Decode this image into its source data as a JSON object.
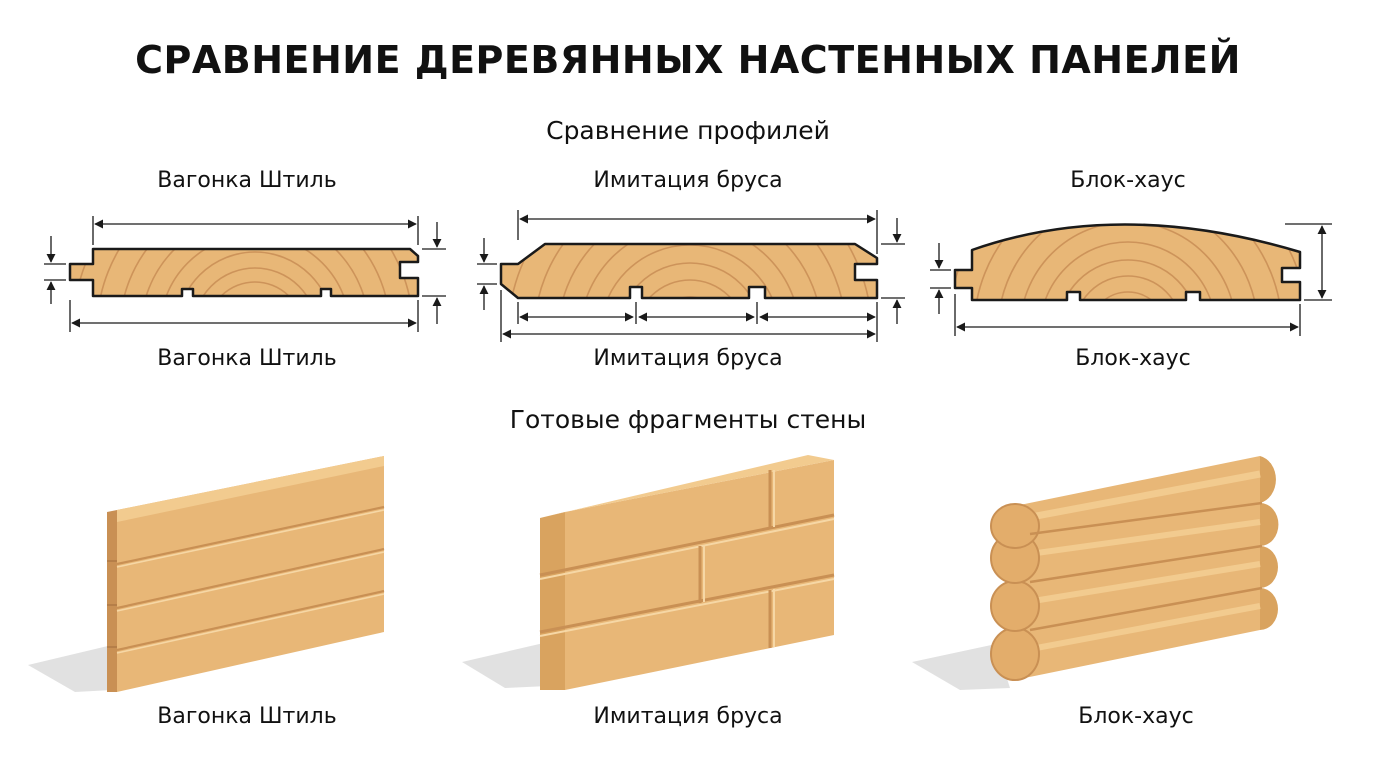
{
  "title": "СРАВНЕНИЕ ДЕРЕВЯННЫХ НАСТЕННЫХ ПАНЕЛЕЙ",
  "sections": {
    "profiles": "Сравнение профилей",
    "fragments": "Готовые фрагменты стены"
  },
  "panels": [
    {
      "name": "Вагонка Штиль"
    },
    {
      "name": "Имитация бруса"
    },
    {
      "name": "Блок-хаус"
    }
  ],
  "colors": {
    "wood": "#E8B777",
    "wood_light": "#F2CB8F",
    "wood_dark": "#C99054",
    "grain": "#C88E55",
    "outline": "#1A1A1A",
    "shadow": "#D9D9D9"
  }
}
